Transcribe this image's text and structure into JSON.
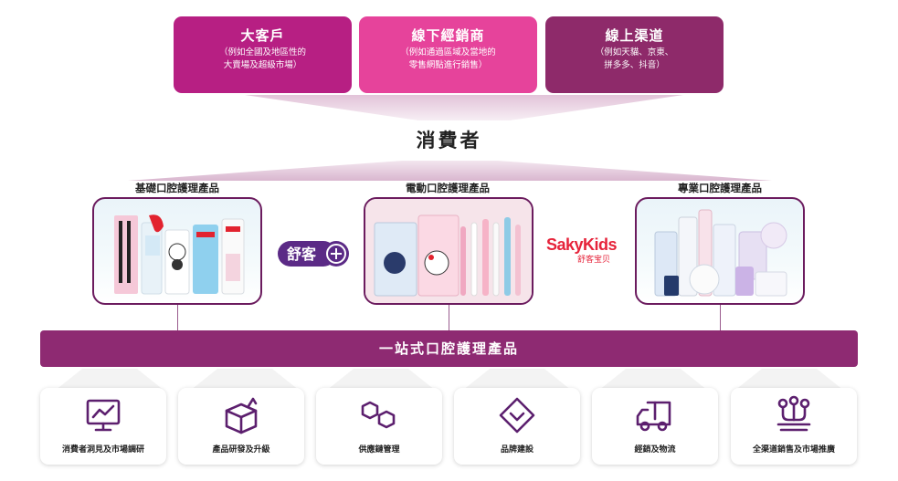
{
  "channels": [
    {
      "title": "大客戶",
      "line1": "（例如全國及地區性的",
      "line2": "大賣場及超級市場）",
      "color": "#b71f83"
    },
    {
      "title": "線下經銷商",
      "line1": "（例如通過區域及當地的",
      "line2": "零售網點進行銷售）",
      "color": "#e6439b"
    },
    {
      "title": "線上渠道",
      "line1": "（例如天貓、京東、",
      "line2": "拼多多、抖音）",
      "color": "#8e2a6a"
    }
  ],
  "consumer": "消費者",
  "categories": [
    "基礎口腔護理產品",
    "電動口腔護理產品",
    "專業口腔護理產品"
  ],
  "logos": {
    "shuke": "舒客",
    "saky_main": "SakyKids",
    "saky_sub": "舒客宝贝"
  },
  "bar_label": "一站式口腔護理產品",
  "capabilities": [
    {
      "label": "消費者洞見及市場調研",
      "icon": "chart-monitor-icon"
    },
    {
      "label": "產品研發及升級",
      "icon": "box-cube-icon"
    },
    {
      "label": "供應鏈管理",
      "icon": "hexagon-chain-icon"
    },
    {
      "label": "品牌建設",
      "icon": "diamond-icon"
    },
    {
      "label": "經銷及物流",
      "icon": "delivery-truck-icon"
    },
    {
      "label": "全渠道銷售及市場推廣",
      "icon": "network-nodes-icon"
    }
  ],
  "colors": {
    "brand_purple": "#8e2a72",
    "border_purple": "#6b1b5e",
    "saky_red": "#e6233a",
    "funnel_pink": "#e8cfe0"
  }
}
